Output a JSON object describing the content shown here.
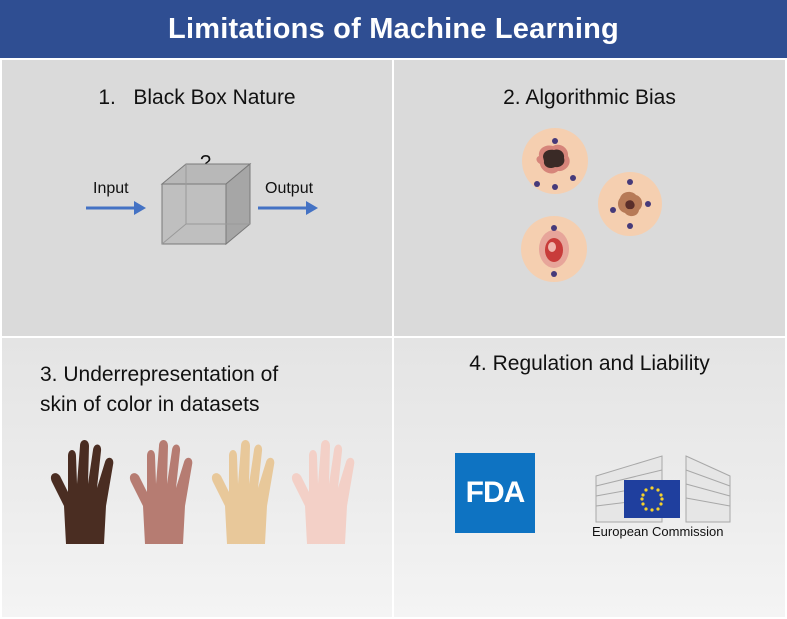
{
  "header": {
    "title": "Limitations of Machine Learning",
    "color": "#2f4e92"
  },
  "panels": {
    "black_box": {
      "title": "1.   Black Box Nature",
      "input_label": "Input",
      "output_label": "Output",
      "question_mark": "?",
      "arrow_color": "#4472c4"
    },
    "bias": {
      "title": "2. Algorithmic Bias"
    },
    "skin": {
      "title_line1": "3. Underrepresentation of",
      "title_line2": "skin of color in datasets",
      "skin_tones": [
        "#4a2d22",
        "#b67c72",
        "#e8c89a",
        "#f3d0c7"
      ]
    },
    "regulation": {
      "title": "4. Regulation and Liability",
      "fda_logo_text": "FDA",
      "ec_caption": "European Commission"
    }
  }
}
